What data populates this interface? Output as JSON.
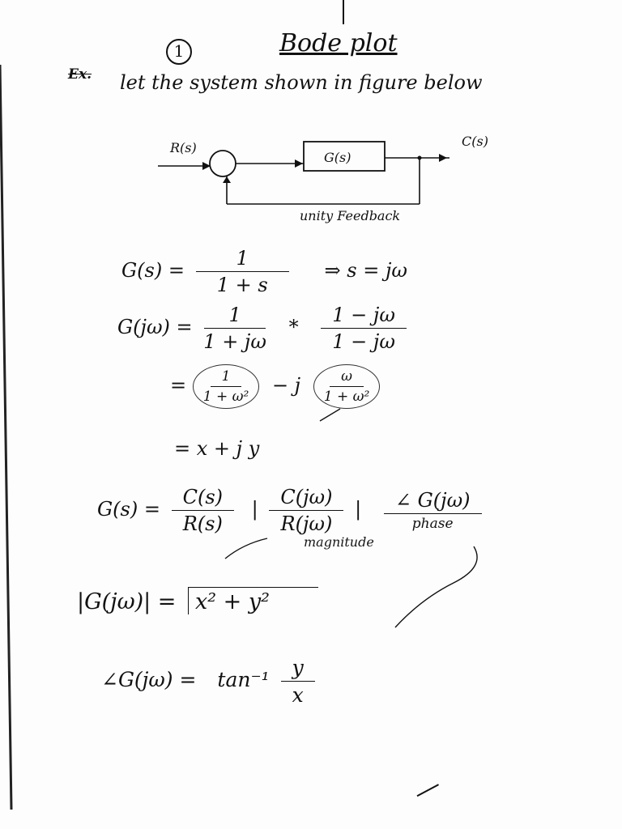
{
  "page_number": "1",
  "title": "Bode plot",
  "example_label": "Ex.",
  "intro_text": "let the system shown in figure below",
  "diagram": {
    "input_label": "R(s)",
    "block_label": "G(s)",
    "output_label": "C(s)",
    "feedback_label": "unity Feedback"
  },
  "equations": {
    "gs_lhs": "G(s) =",
    "gs_num": "1",
    "gs_den": "1 + s",
    "subst": "⇒ s = jω",
    "gjw_lhs": "G(jω) =",
    "gjw_num": "1",
    "gjw_den": "1 + jω",
    "times": "*",
    "conj_num": "1 − jω",
    "conj_den": "1 − jω",
    "eq_sign": "=",
    "re_num": "1",
    "re_den": "1 + ω²",
    "minus_j": "− j",
    "im_num": "ω",
    "im_den": "1 + ω²",
    "xy_line": "= x + j y",
    "tf_lhs": "G(s) =",
    "tf_num": "C(s)",
    "tf_den": "R(s)",
    "mag_num": "C(jω)",
    "mag_den": "R(jω)",
    "mag_label": "magnitude",
    "phase_expr": "∠ G(jω)",
    "phase_label": "phase",
    "mag_lhs": "|G(jω)| =",
    "mag_rhs": "x² + y²",
    "ang_lhs": "∠G(jω) =",
    "ang_fn": "tan⁻¹",
    "ang_num": "y",
    "ang_den": "x"
  }
}
